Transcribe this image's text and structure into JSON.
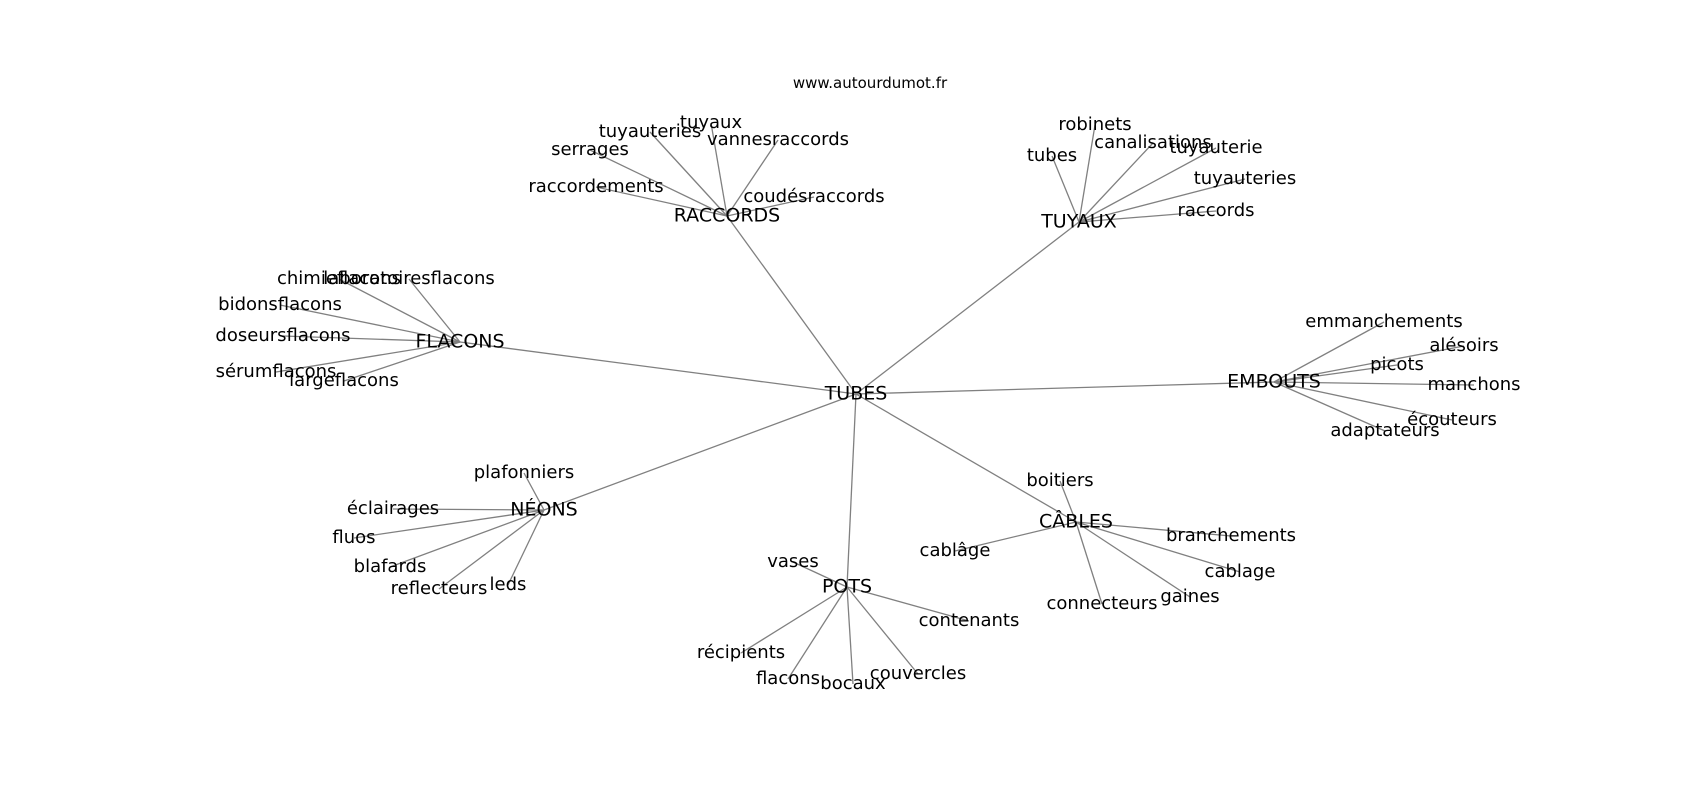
{
  "header": {
    "site": "www.autourdumot.fr"
  },
  "graph": {
    "center": "TUBES",
    "clusters": [
      {
        "hub": "RACCORDS",
        "leaves": [
          "raccordements",
          "serrages",
          "tuyauteries",
          "tuyaux",
          "vannesraccords",
          "coudésraccords"
        ]
      },
      {
        "hub": "TUYAUX",
        "leaves": [
          "tubes",
          "robinets",
          "canalisations",
          "tuyauterie",
          "tuyauteries",
          "raccords"
        ]
      },
      {
        "hub": "FLACONS",
        "leaves": [
          "chimieflacons",
          "laboratoiresflacons",
          "bidonsflacons",
          "doseursflacons",
          "sérumflacons",
          "largeflacons"
        ]
      },
      {
        "hub": "EMBOUTS",
        "leaves": [
          "emmanchements",
          "alésoirs",
          "picots",
          "manchons",
          "écouteurs",
          "adaptateurs"
        ]
      },
      {
        "hub": "NÉONS",
        "leaves": [
          "plafonniers",
          "éclairages",
          "fluos",
          "blafards",
          "reflecteurs",
          "leds"
        ]
      },
      {
        "hub": "CÂBLES",
        "leaves": [
          "boitiers",
          "cablâge",
          "branchements",
          "cablage",
          "gaines",
          "connecteurs"
        ]
      },
      {
        "hub": "POTS",
        "leaves": [
          "vases",
          "contenants",
          "récipients",
          "flacons",
          "bocaux",
          "couvercles"
        ]
      }
    ]
  }
}
